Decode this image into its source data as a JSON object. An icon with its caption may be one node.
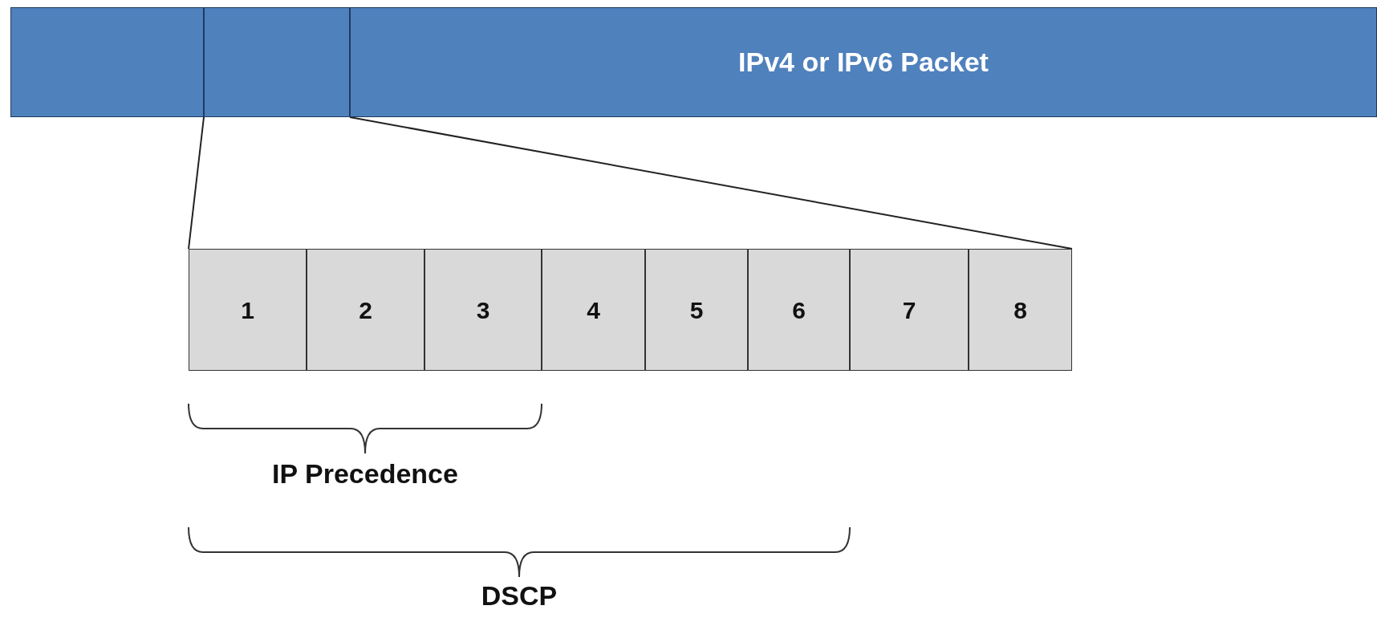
{
  "diagram": {
    "nodes": [
      {
        "text": [],
        "shape": "box"
      },
      {
        "text": [],
        "shape": "box"
      },
      {
        "text": [
          "IPv4 or IPv6 Packet"
        ]
      },
      {
        "text": [],
        "shape": "box"
      },
      {
        "text": [
          "1"
        ],
        "in": 3
      },
      {
        "text": [
          "2"
        ],
        "in": 3
      },
      {
        "text": [
          "3"
        ],
        "in": 3
      },
      {
        "text": [
          "4"
        ],
        "in": 3
      },
      {
        "text": [
          "5"
        ],
        "in": 3
      },
      {
        "text": [
          "6"
        ],
        "in": 3
      },
      {
        "text": [
          "7"
        ],
        "in": 3
      },
      {
        "text": [
          "8"
        ],
        "in": 3
      }
    ],
    "edges": [
      {
        "from": 1,
        "to": 3,
        "arrow": "none"
      },
      {
        "from": 1,
        "to": 3,
        "arrow": "none"
      }
    ],
    "labels": [
      "IP Precedence",
      "DSCP"
    ]
  }
}
